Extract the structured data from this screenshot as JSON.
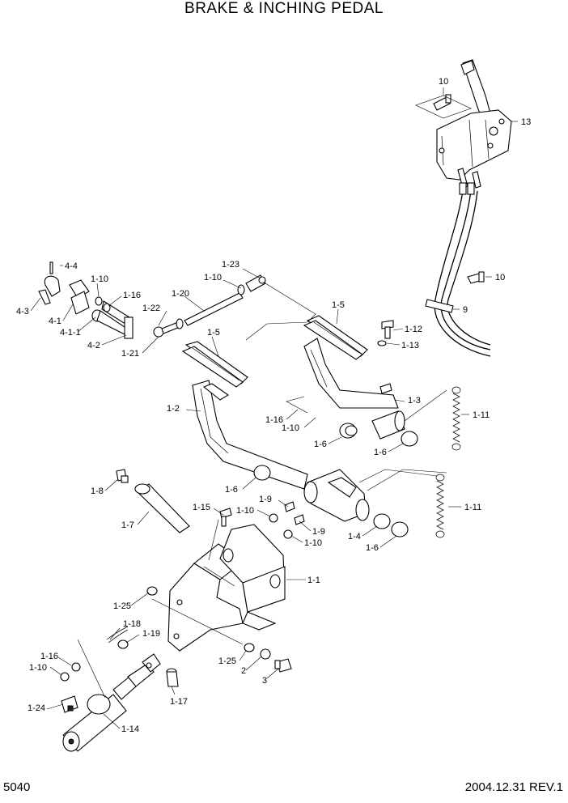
{
  "header": {
    "title": "BRAKE & INCHING PEDAL"
  },
  "footer": {
    "page_number": "5040",
    "revision": "2004.12.31  REV.1"
  },
  "labels": {
    "l10a": "10",
    "l13": "13",
    "l10b": "10",
    "l9": "9",
    "l4_4": "4-4",
    "l4_3": "4-3",
    "l4_1": "4-1",
    "l4_1_1": "4-1-1",
    "l4_2": "4-2",
    "l1_10a": "1-10",
    "l1_16a": "1-16",
    "l1_22": "1-22",
    "l1_21": "1-21",
    "l1_20": "1-20",
    "l1_10b": "1-10",
    "l1_23": "1-23",
    "l1_5a": "1-5",
    "l1_5b": "1-5",
    "l1_12": "1-12",
    "l1_13": "1-13",
    "l1_3": "1-3",
    "l1_16b": "1-16",
    "l1_10c": "1-10",
    "l1_6a": "1-6",
    "l1_6b": "1-6",
    "l1_11a": "1-11",
    "l1_2": "1-2",
    "l1_6c": "1-6",
    "l1_8": "1-8",
    "l1_7": "1-7",
    "l1_15": "1-15",
    "l1_10d": "1-10",
    "l1_9a": "1-9",
    "l1_9b": "1-9",
    "l1_10e": "1-10",
    "l1_11b": "1-11",
    "l1_4": "1-4",
    "l1_6d": "1-6",
    "l1_1": "1-1",
    "l1_25a": "1-25",
    "l1_18": "1-18",
    "l1_19": "1-19",
    "l1_16c": "1-16",
    "l1_10f": "1-10",
    "l1_24": "1-24",
    "l1_14": "1-14",
    "l1_17": "1-17",
    "l1_25b": "1-25",
    "l2": "2",
    "l3": "3"
  }
}
